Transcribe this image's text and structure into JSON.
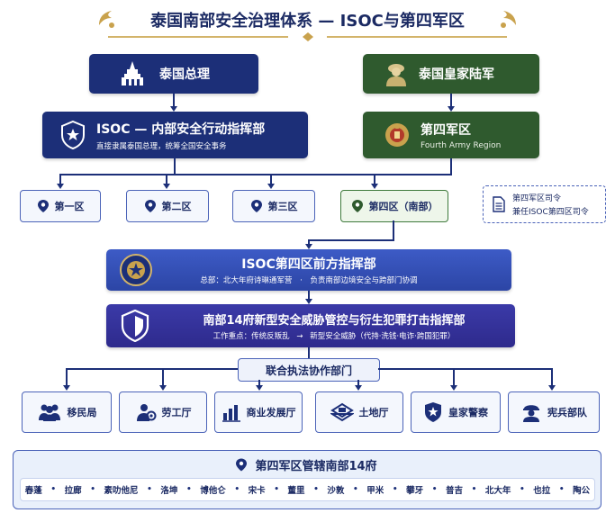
{
  "title": "泰国南部安全治理体系 — ISOC与第四军区",
  "pm": {
    "label": "泰国总理",
    "icon": "temple-icon"
  },
  "army": {
    "label": "泰国皇家陆军",
    "icon": "soldier-icon"
  },
  "isoc": {
    "title": "ISOC — 内部安全行动指挥部",
    "subtitle": "直接隶属泰国总理，统筹全国安全事务",
    "icon": "shield-star-icon"
  },
  "fourth_army": {
    "title": "第四军区",
    "subtitle": "Fourth Army Region",
    "icon": "army-emblem-icon"
  },
  "zones": [
    {
      "label": "第一区"
    },
    {
      "label": "第二区"
    },
    {
      "label": "第三区"
    },
    {
      "label": "第四区（南部）"
    }
  ],
  "note": {
    "line1": "第四军区司令",
    "line2": "兼任ISOC第四区司令",
    "icon": "document-icon"
  },
  "forward": {
    "title": "ISOC第四区前方指挥部",
    "subtitle_a": "总部：北大年府诗琳通军营",
    "subtitle_b": "负责南部边境安全与跨部门协调",
    "icon": "isoc-seal-icon"
  },
  "southern": {
    "title": "南部14府新型安全威胁管控与衍生犯罪打击指挥部",
    "subtitle_a": "工作重点：传统反叛乱",
    "subtitle_b": "新型安全威胁（代持·洗钱·电诈·跨国犯罪）",
    "icon": "shield-icon"
  },
  "joint": {
    "label": "联合执法协作部门"
  },
  "agencies": [
    {
      "label": "移民局",
      "icon": "people-icon"
    },
    {
      "label": "劳工厅",
      "icon": "worker-gear-icon"
    },
    {
      "label": "商业发展厅",
      "icon": "bar-chart-icon"
    },
    {
      "label": "土地厅",
      "icon": "land-icon"
    },
    {
      "label": "皇家警察",
      "icon": "police-badge-icon"
    },
    {
      "label": "宪兵部队",
      "icon": "military-police-icon"
    }
  ],
  "provinces": {
    "title": "第四军区管辖南部14府",
    "icon": "location-pin-icon",
    "list": [
      "春蓬",
      "拉廊",
      "素叻他尼",
      "洛坤",
      "博他仑",
      "宋卡",
      "董里",
      "沙敦",
      "甲米",
      "攀牙",
      "普吉",
      "北大年",
      "也拉",
      "陶公"
    ]
  }
}
